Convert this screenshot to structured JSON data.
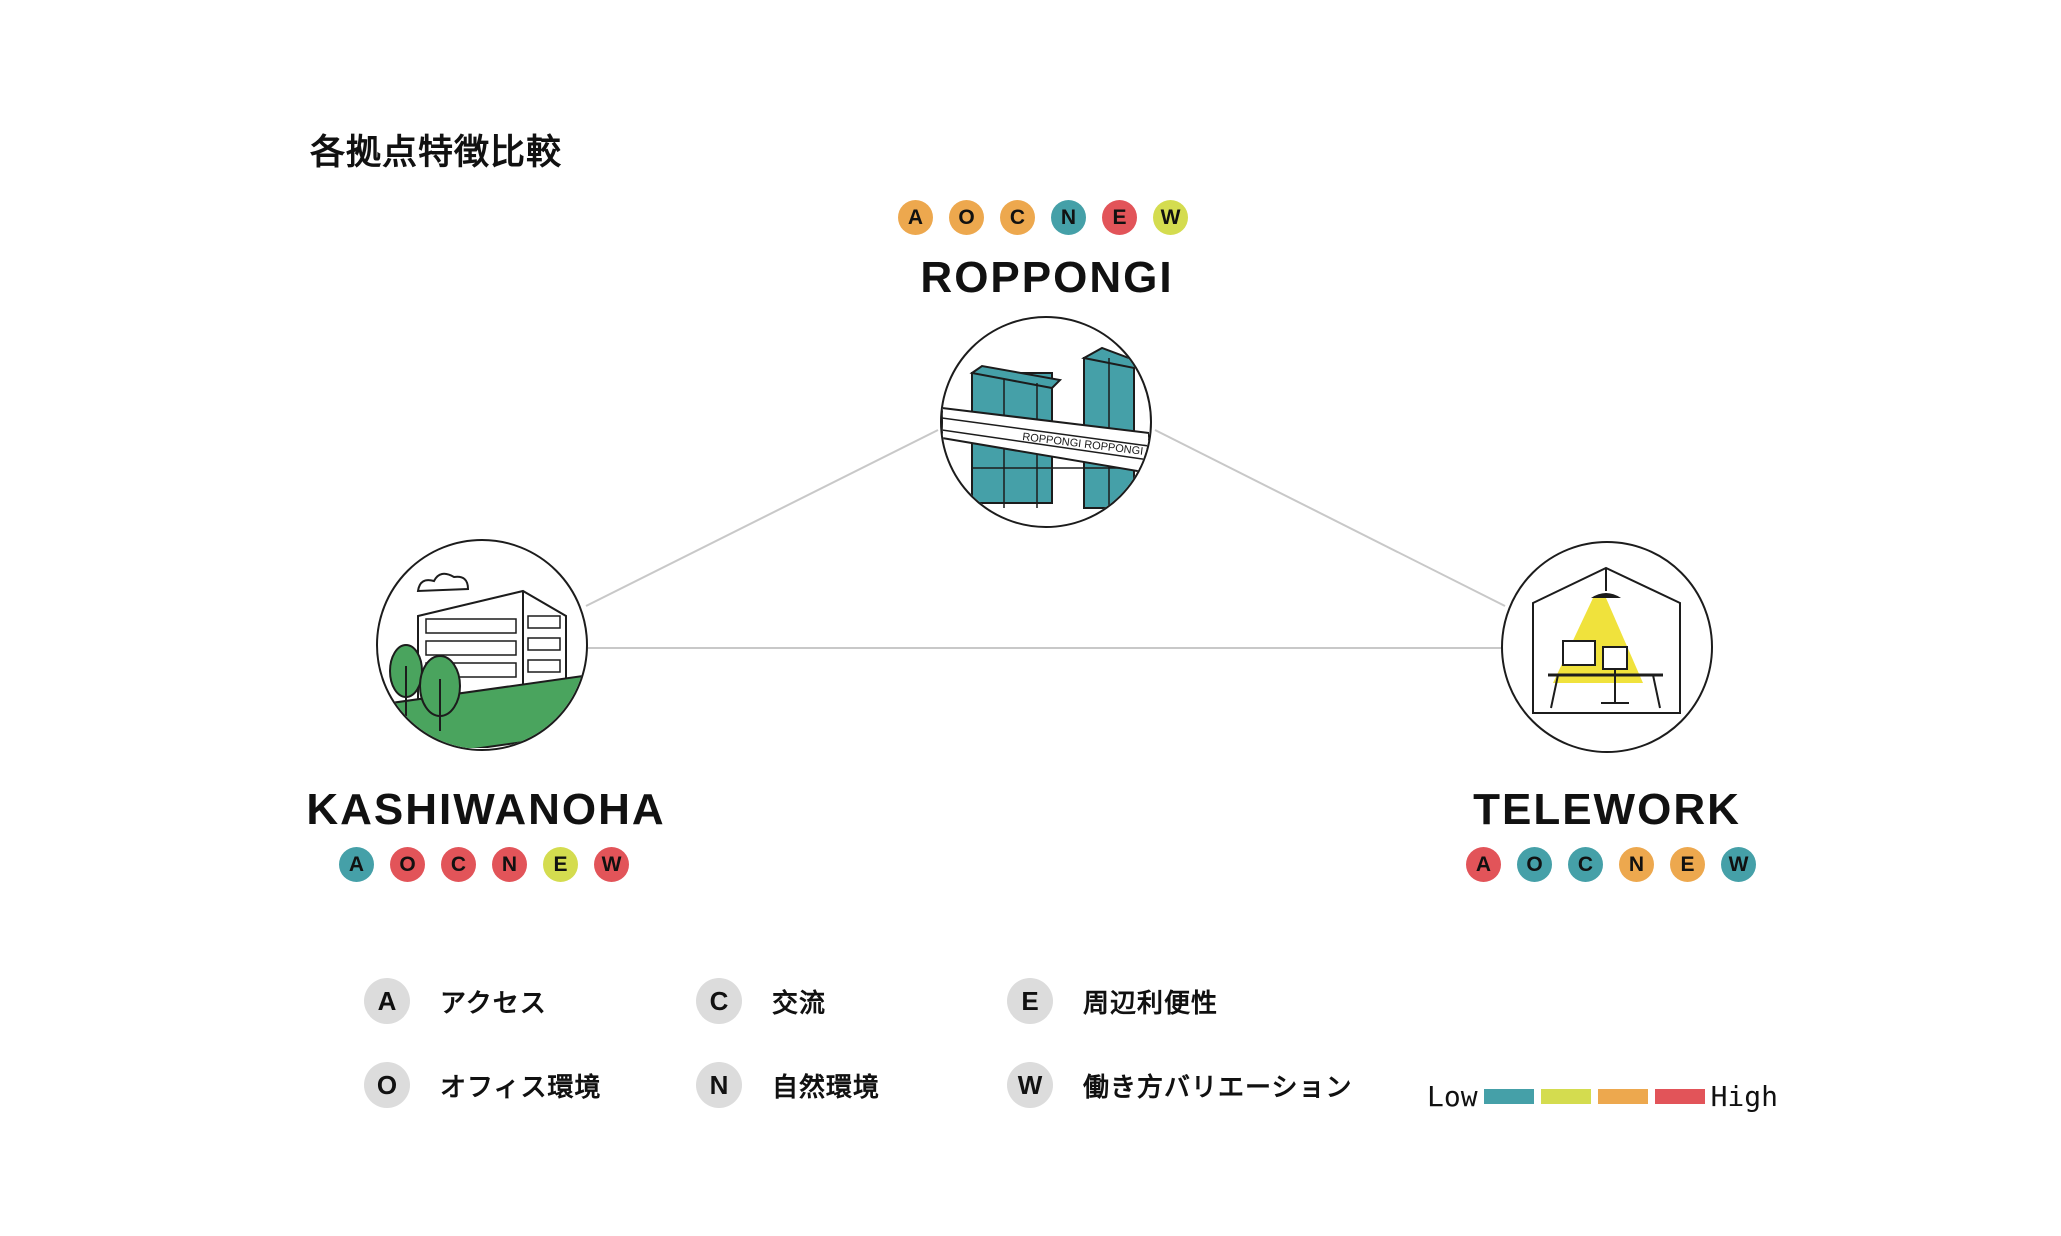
{
  "title": "各拠点特徴比較",
  "colors": {
    "teal": "#45a0a8",
    "lime": "#d4dc4f",
    "orange": "#eda84e",
    "red": "#e25459",
    "badge": "#dcdcdc",
    "line": "#c8c8c8"
  },
  "sites": {
    "roppongi": {
      "name": "ROPPONGI",
      "sign": "ROPPONGI ROPPONGI",
      "ratings": [
        {
          "letter": "A",
          "color": "#eda84e"
        },
        {
          "letter": "O",
          "color": "#eda84e"
        },
        {
          "letter": "C",
          "color": "#eda84e"
        },
        {
          "letter": "N",
          "color": "#45a0a8"
        },
        {
          "letter": "E",
          "color": "#e25459"
        },
        {
          "letter": "W",
          "color": "#d4dc4f"
        }
      ]
    },
    "kashiwanoha": {
      "name": "KASHIWANOHA",
      "ratings": [
        {
          "letter": "A",
          "color": "#45a0a8"
        },
        {
          "letter": "O",
          "color": "#e25459"
        },
        {
          "letter": "C",
          "color": "#e25459"
        },
        {
          "letter": "N",
          "color": "#e25459"
        },
        {
          "letter": "E",
          "color": "#d4dc4f"
        },
        {
          "letter": "W",
          "color": "#e25459"
        }
      ]
    },
    "telework": {
      "name": "TELEWORK",
      "ratings": [
        {
          "letter": "A",
          "color": "#e25459"
        },
        {
          "letter": "O",
          "color": "#45a0a8"
        },
        {
          "letter": "C",
          "color": "#45a0a8"
        },
        {
          "letter": "N",
          "color": "#eda84e"
        },
        {
          "letter": "E",
          "color": "#eda84e"
        },
        {
          "letter": "W",
          "color": "#45a0a8"
        }
      ]
    }
  },
  "legend": {
    "a": {
      "letter": "A",
      "label": "アクセス"
    },
    "o": {
      "letter": "O",
      "label": "オフィス環境"
    },
    "c": {
      "letter": "C",
      "label": "交流"
    },
    "n": {
      "letter": "N",
      "label": "自然環境"
    },
    "e": {
      "letter": "E",
      "label": "周辺利便性"
    },
    "w": {
      "letter": "W",
      "label": "働き方バリエーション"
    }
  },
  "scale": {
    "low": "Low",
    "high": "High",
    "colors": [
      "#45a0a8",
      "#d4dc4f",
      "#eda84e",
      "#e25459"
    ]
  }
}
